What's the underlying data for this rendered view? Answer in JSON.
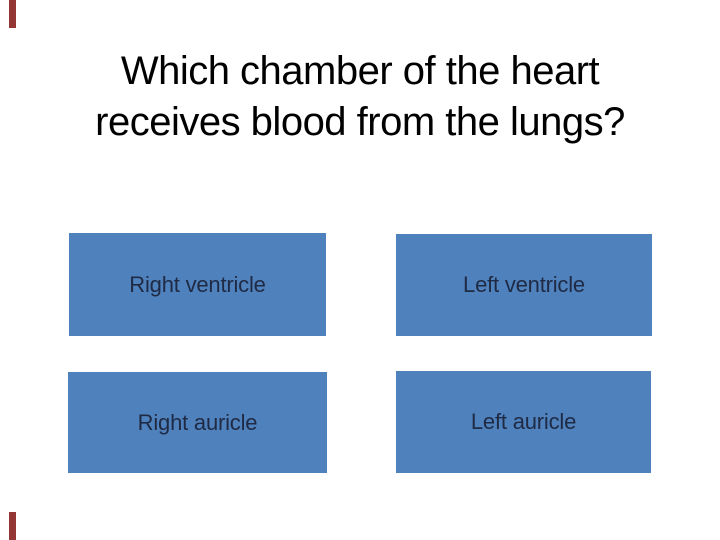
{
  "slide": {
    "title_line1": "Which chamber of the heart",
    "title_line2": "receives blood from the lungs?",
    "answers": [
      {
        "label": "Right ventricle"
      },
      {
        "label": "Left ventricle"
      },
      {
        "label": "Right auricle"
      },
      {
        "label": "Left auricle"
      }
    ],
    "colors": {
      "background": "#FFFFFF",
      "answer_box": "#4F81BD",
      "answer_text": "#1F2A44",
      "title_text": "#000000",
      "accent_bar": "#943634"
    }
  }
}
